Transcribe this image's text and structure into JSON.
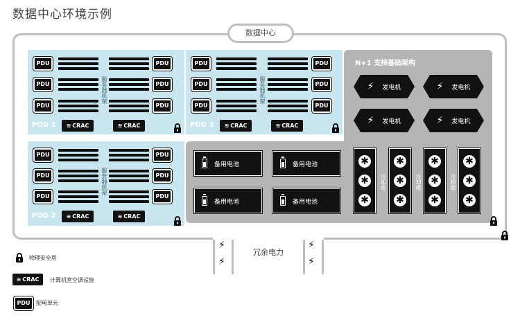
{
  "title": "数据中心环境示例",
  "datacenter_label": "数据中心",
  "pods": [
    {
      "label": "POD 1",
      "rack_label": "服务器机架"
    },
    {
      "label": "POD 2",
      "rack_label": "服务器机架"
    },
    {
      "label": "POD 3",
      "rack_label": "服务器机架"
    }
  ],
  "pdu_label": "PDU",
  "crac_label": "CRAC",
  "n_plus_1_label": "N+1 支持基础架构",
  "generator_label": "发电机",
  "battery_label": "备用电池",
  "cooling_tower_label": "冷却塔",
  "redundant_power_label": "冗余电力",
  "legend": {
    "lock": "物理安全层",
    "crac": "计算机室空调设施",
    "pdu": "配电单元"
  },
  "colors": {
    "pod_fill": "#c9e6f0",
    "support_fill": "#b5b5b5",
    "outline": "#bfbfbf",
    "equipment": "#111111"
  },
  "icons": [
    "lock-icon",
    "bolt-icon",
    "battery-icon",
    "fan-icon",
    "crac-waves-icon"
  ]
}
